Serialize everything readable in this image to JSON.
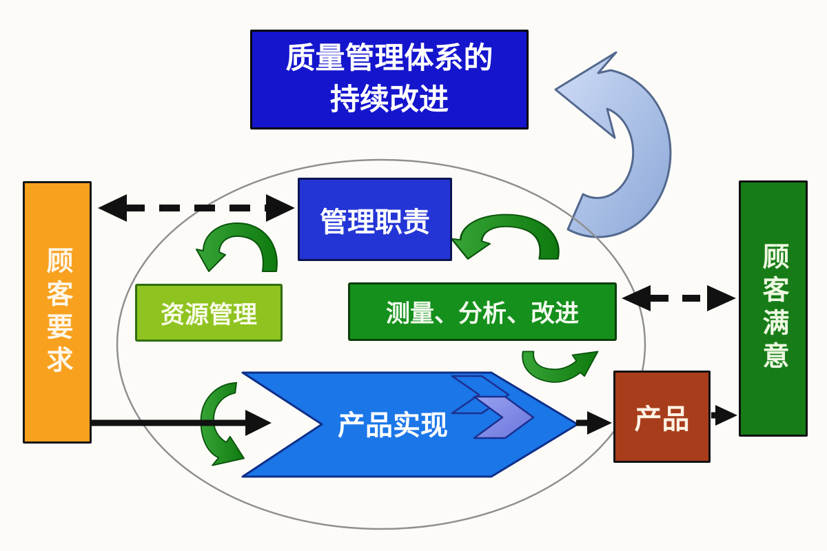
{
  "diagram": {
    "title": {
      "line1": "质量管理体系的",
      "line2": "持续改进"
    },
    "customer_requirements": "顾客要求",
    "customer_satisfaction": "顾客满意",
    "management_responsibility": "管理职责",
    "resource_management": "资源管理",
    "measurement_analysis_improvement": "测量、分析、改进",
    "product_realization": "产品实现",
    "product": "产品"
  },
  "icons": [
    "continual-improvement-swoosh-arrow",
    "curved-green-arch-arrow-left",
    "curved-green-arch-arrow-right",
    "curved-green-u-arrow",
    "curved-green-c-arrow",
    "dashed-double-arrow-left",
    "dashed-double-arrow-right",
    "solid-arrow-requirements-to-realization",
    "solid-arrow-realization-to-product",
    "solid-arrow-product-to-satisfaction",
    "chevron-icon",
    "chevron-icon"
  ],
  "colors": {
    "background": "#fcfbf8",
    "title_bg": "#1515cd",
    "management_bg": "#2435d6",
    "resource_bg": "#8fc31f",
    "measurement_bg": "#15901c",
    "satisfaction_bg": "#177c17",
    "requirements_bg": "#f7a11f",
    "product_bg": "#a83d1b",
    "realization_bg": "#1b76e8",
    "chevron_fill": "#7e88e6",
    "swoosh_fill": "#a9c6ee",
    "green_arrow": "#1f8c1f",
    "black_arrow": "#111111",
    "ellipse_stroke": "#8f8f8f"
  }
}
